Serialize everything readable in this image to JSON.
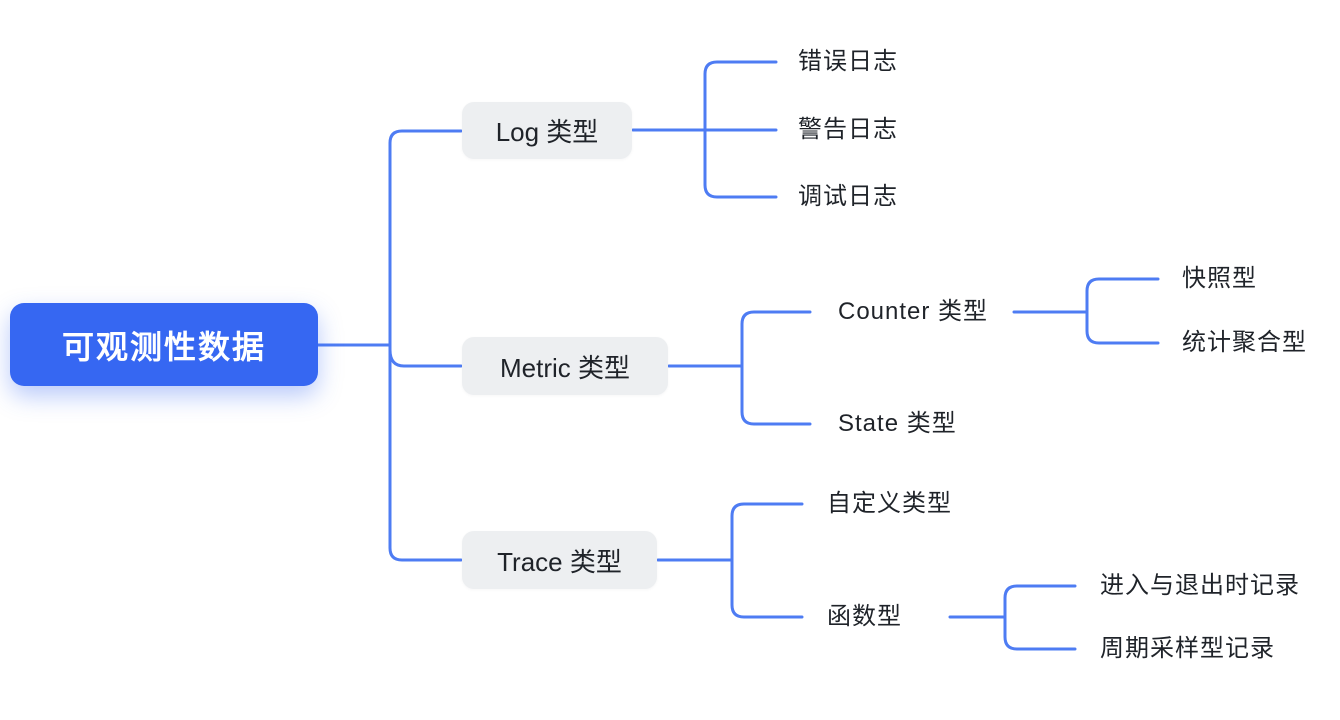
{
  "colors": {
    "root_fill": "#3667F2",
    "root_text": "#FFFFFF",
    "branch_fill": "#EDEFF1",
    "branch_text": "#1F2329",
    "leaf_text": "#1F2329",
    "line": "#4E7CF3",
    "background": "#FFFFFF"
  },
  "tree": {
    "root": {
      "label": "可观测性数据"
    },
    "branches": [
      {
        "label": "Log 类型",
        "children": [
          {
            "label": "错误日志"
          },
          {
            "label": "警告日志"
          },
          {
            "label": "调试日志"
          }
        ]
      },
      {
        "label": "Metric 类型",
        "children": [
          {
            "label": "Counter 类型",
            "children": [
              {
                "label": "快照型"
              },
              {
                "label": "统计聚合型"
              }
            ]
          },
          {
            "label": "State 类型"
          }
        ]
      },
      {
        "label": "Trace 类型",
        "children": [
          {
            "label": "自定义类型"
          },
          {
            "label": "函数型",
            "children": [
              {
                "label": "进入与退出时记录"
              },
              {
                "label": "周期采样型记录"
              }
            ]
          }
        ]
      }
    ]
  }
}
